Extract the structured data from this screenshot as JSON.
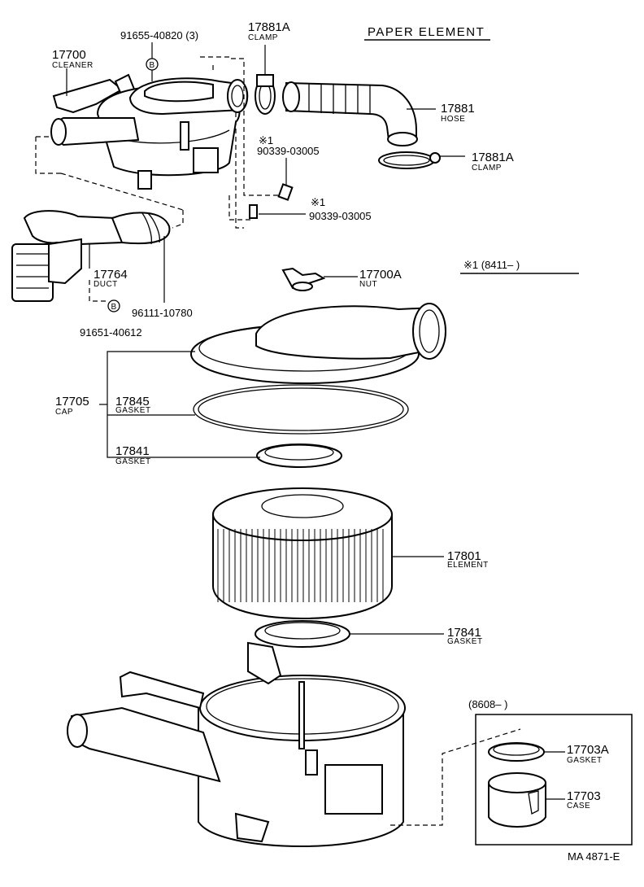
{
  "title": "PAPER  ELEMENT",
  "footer": "MA  4871-E",
  "note_range_1": "※1 (8411–       )",
  "note_range_2": "(8608–        )",
  "parts": {
    "cleaner": {
      "number": "17700",
      "name": "CLEANER"
    },
    "bolt_top": {
      "number": "91655-40820 (3)",
      "marker": "B"
    },
    "clamp_top": {
      "number": "17881A",
      "name": "CLAMP"
    },
    "hose": {
      "number": "17881",
      "name": "HOSE"
    },
    "clamp_right": {
      "number": "17881A",
      "name": "CLAMP"
    },
    "pin_1": {
      "marker": "※1",
      "number": "90339-03005"
    },
    "pin_2": {
      "marker": "※1",
      "number": "90339-03005"
    },
    "duct": {
      "number": "17764",
      "name": "DUCT"
    },
    "hose_clamp": {
      "number": "96111-10780"
    },
    "bolt_duct": {
      "number": "91651-40612",
      "marker": "B"
    },
    "nut": {
      "number": "17700A",
      "name": "NUT"
    },
    "cap": {
      "number": "17705",
      "name": "CAP"
    },
    "gasket_cap": {
      "number": "17845",
      "name": "GASKET"
    },
    "gasket_upper": {
      "number": "17841",
      "name": "GASKET"
    },
    "element": {
      "number": "17801",
      "name": "ELEMENT"
    },
    "gasket_lower": {
      "number": "17841",
      "name": "GASKET"
    },
    "gasket_case": {
      "number": "17703A",
      "name": "GASKET"
    },
    "case": {
      "number": "17703",
      "name": "CASE"
    }
  }
}
